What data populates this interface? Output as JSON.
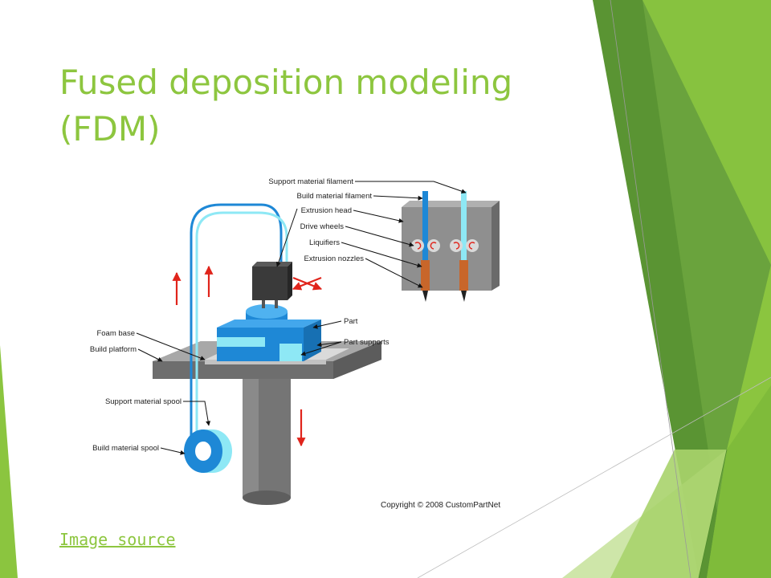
{
  "slide": {
    "title_line1": "Fused deposition modeling",
    "title_line2": "(FDM)",
    "link_label": "Image source"
  },
  "diagram": {
    "labels": {
      "support_filament": "Support material filament",
      "build_filament": "Build material filament",
      "extrusion_head": "Extrusion head",
      "drive_wheels": "Drive wheels",
      "liquifiers": "Liquifiers",
      "extrusion_nozzles": "Extrusion nozzles",
      "part": "Part",
      "part_supports": "Part supports",
      "foam_base": "Foam base",
      "build_platform": "Build platform",
      "support_spool": "Support material spool",
      "build_spool": "Build material spool"
    },
    "copyright": "Copyright © 2008 CustomPartNet"
  },
  "colors": {
    "accent_green": "#8dc63f",
    "dark_green": "#5f9a35",
    "build_blue": "#1e88d6",
    "support_cyan": "#8ee8f5",
    "arrow_red": "#e0241b",
    "liquifier_orange": "#c8662a"
  }
}
